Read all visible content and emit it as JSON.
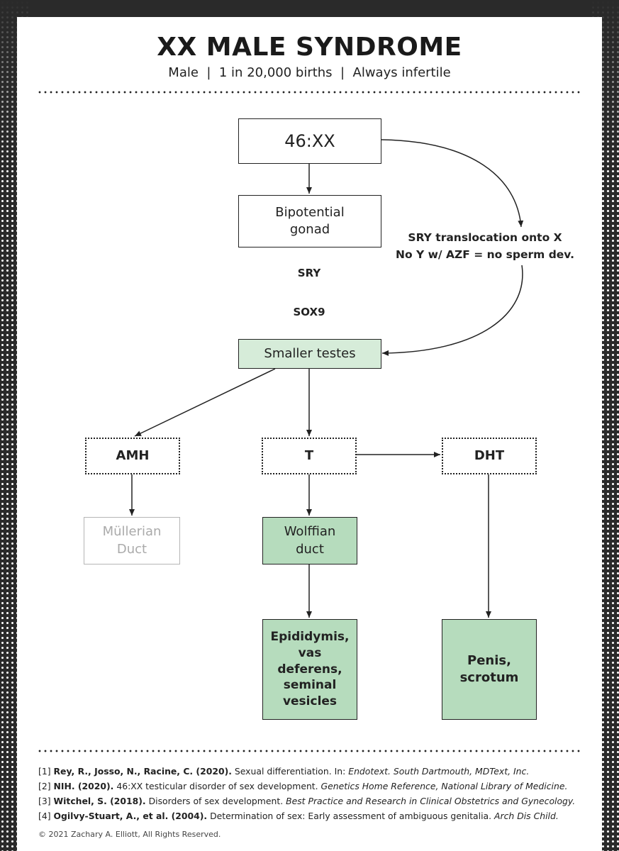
{
  "header": {
    "title": "XX MALE SYNDROME",
    "subtitle": "Male  |  1 in 20,000 births  |  Always infertile"
  },
  "nodes": {
    "karyotype": "46:XX",
    "bipotential_gonad": "Bipotential gonad",
    "sry": "SRY",
    "sox9": "SOX9",
    "translocation_line1": "SRY translocation onto X",
    "translocation_line2": "No Y w/ AZF = no sperm dev.",
    "smaller_testes": "Smaller testes",
    "amh": "AMH",
    "t": "T",
    "dht": "DHT",
    "mullerian_duct": "Müllerian Duct",
    "wolffian_duct": "Wolffian duct",
    "epididymis": "Epididymis, vas deferens, seminal vesicles",
    "penis_scrotum": "Penis, scrotum"
  },
  "references": [
    {
      "num": "[1] ",
      "authors": "Rey, R., Josso, N., Racine, C. (2020).",
      "title": " Sexual differentiation. In: ",
      "source": "Endotext. South Dartmouth, MDText, Inc."
    },
    {
      "num": "[2] ",
      "authors": "NIH. (2020).",
      "title": " 46:XX testicular disorder of sex development. ",
      "source": "Genetics Home Reference, National Library of Medicine."
    },
    {
      "num": "[3] ",
      "authors": "Witchel, S. (2018).",
      "title": " Disorders of sex development. ",
      "source": "Best Practice and Research in Clinical Obstetrics and Gynecology."
    },
    {
      "num": "[4] ",
      "authors": "Ogilvy-Stuart, A., et al. (2004).",
      "title": " Determination of sex: Early assessment of ambiguous genitalia. ",
      "source": "Arch Dis Child."
    }
  ],
  "footer": {
    "copyright": "© 2021 Zachary A. Elliott, All Rights Reserved."
  },
  "colors": {
    "light_green": "#d6ecd9",
    "medium_green": "#b6dcbd",
    "faded_gray": "#aaaaaa",
    "background_dark": "#2a2a2a"
  }
}
